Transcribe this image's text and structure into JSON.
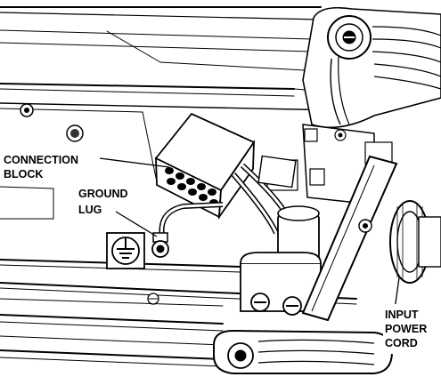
{
  "figure": {
    "labels": {
      "connection_block": [
        "CONNECTION",
        "BLOCK"
      ],
      "ground_lug": [
        "GROUND",
        "LUG"
      ],
      "input_power_cord": [
        "INPUT",
        "POWER",
        "CORD"
      ]
    },
    "colors": {
      "ink": "#000000",
      "paper": "#ffffff"
    }
  }
}
